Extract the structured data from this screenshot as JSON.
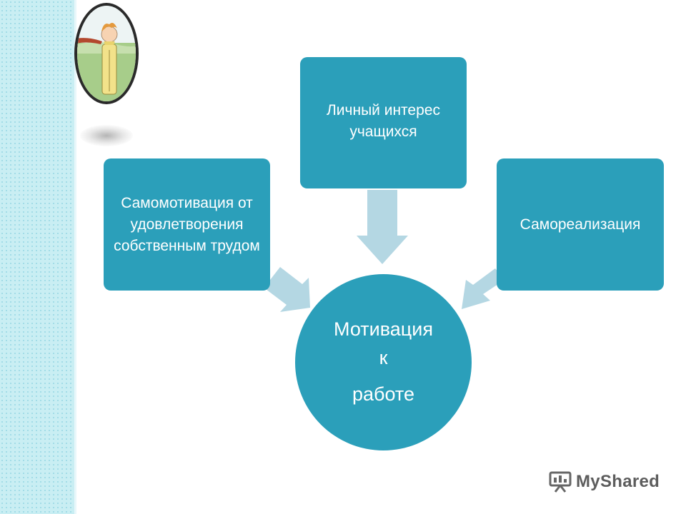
{
  "colors": {
    "box_fill": "#2b9fba",
    "arrow_fill": "#b4d7e3",
    "side_strip": "#c9eef3",
    "text_white": "#ffffff"
  },
  "nodes": {
    "left": "Самомотивация от удовлетворения собственным трудом",
    "top": "Личный интерес учащихся",
    "right": "Самореализация",
    "center": {
      "line1": "Мотивация",
      "line2": "к",
      "line3": "работе"
    }
  },
  "watermark": {
    "text": "MyShared",
    "icon": "presentation-board-icon"
  },
  "illustration": {
    "icon": "little-prince-portrait"
  }
}
